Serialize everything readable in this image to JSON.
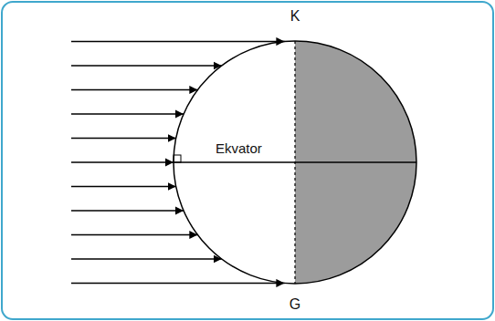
{
  "diagram": {
    "labels": [
      "K",
      "Ekvator",
      "G"
    ]
  }
}
